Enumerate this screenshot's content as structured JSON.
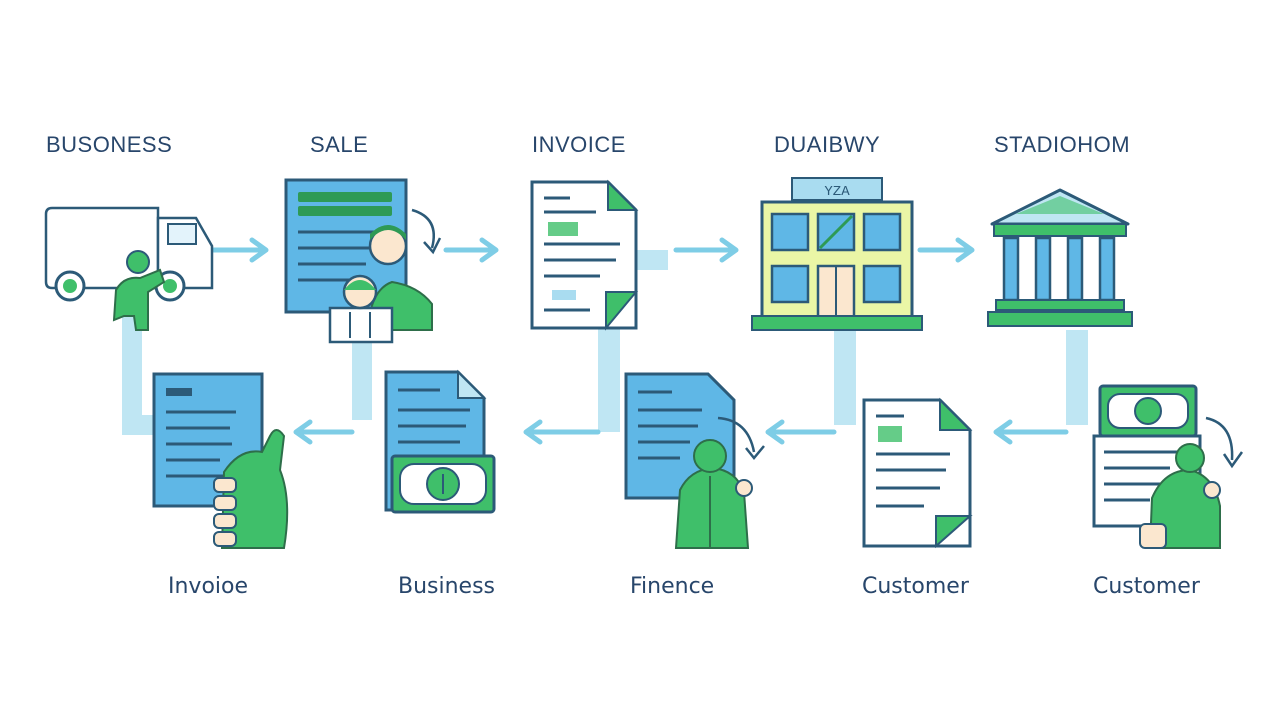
{
  "diagram": {
    "top_labels": [
      "BUSONESS",
      "SALE",
      "INVOICE",
      "DUAIBWY",
      "STADIOHOM"
    ],
    "bottom_labels": [
      "Invoioe",
      "Business",
      "Finence",
      "Customer",
      "Customer"
    ],
    "building_sign": "YZA",
    "colors": {
      "label": "#28466b",
      "outline": "#2c5a78",
      "blue_fill": "#5fb7e6",
      "light_blue": "#a9dcf0",
      "green": "#3fbf6a",
      "dark_green": "#2e9a55",
      "arrow": "#7ecde6"
    },
    "icons": {
      "top": [
        "delivery-truck-icon",
        "sales-document-with-people-icon",
        "invoice-document-icon",
        "office-building-icon",
        "bank-icon"
      ],
      "bottom": [
        "invoice-with-hand-icon",
        "document-with-cash-icon",
        "finance-document-with-person-icon",
        "customer-document-icon",
        "customer-payment-icon"
      ]
    }
  }
}
